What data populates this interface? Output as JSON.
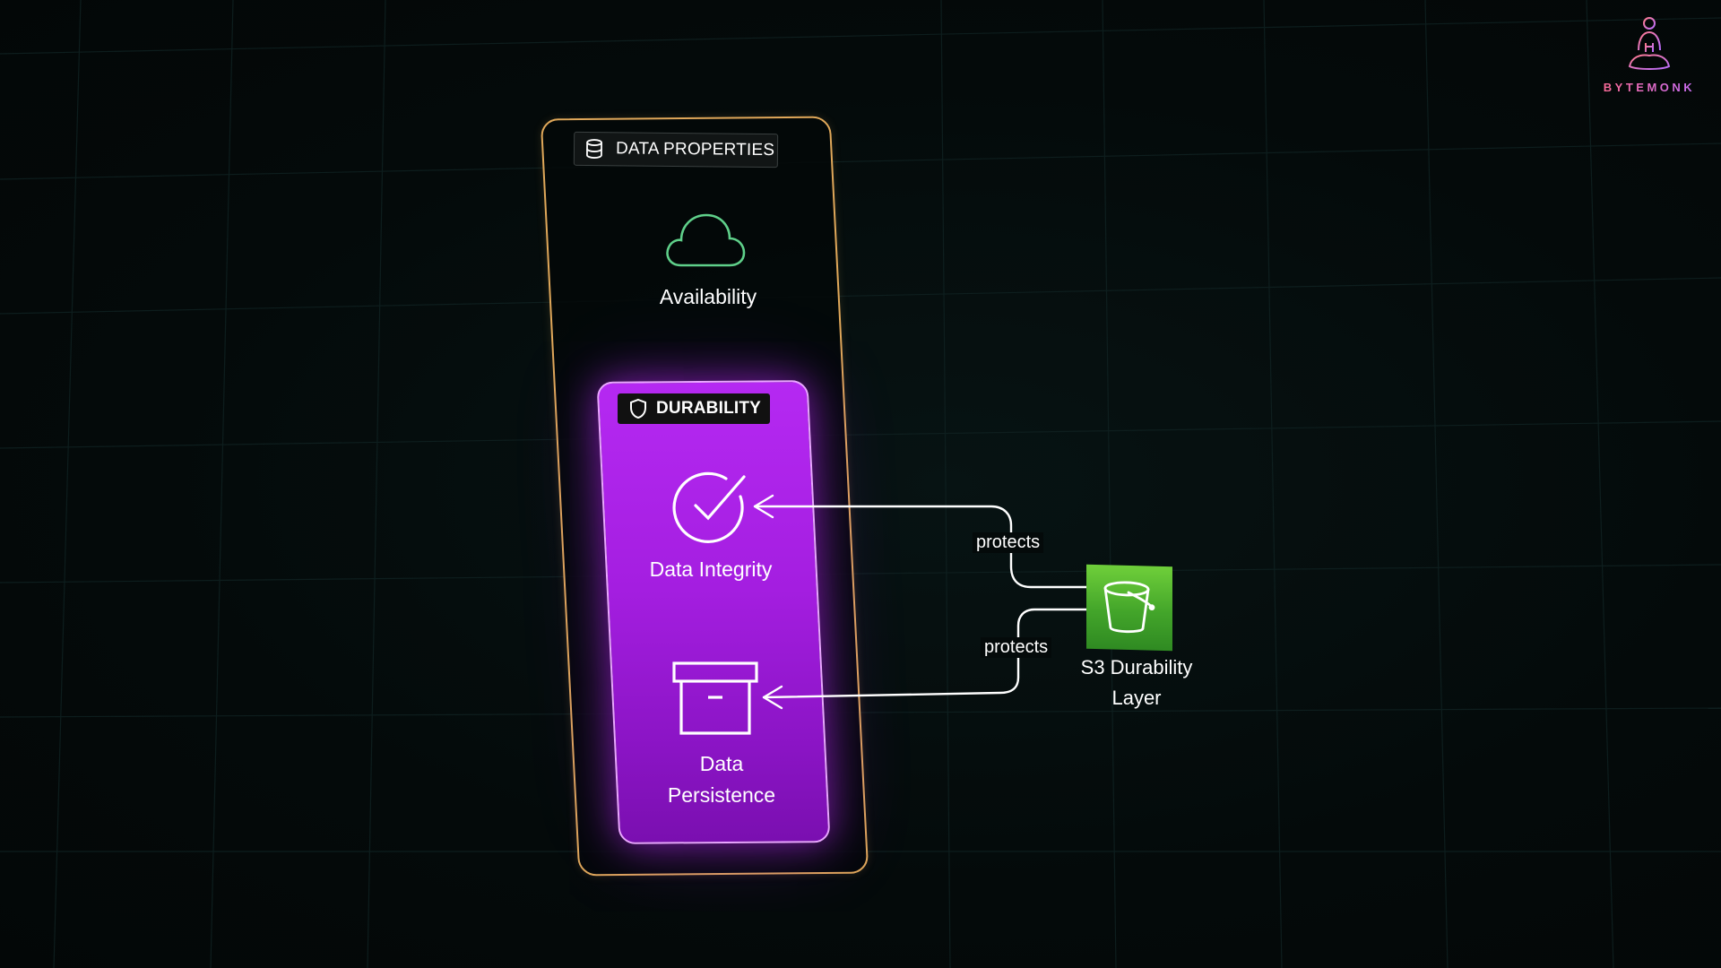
{
  "diagram": {
    "outer_panel": {
      "title": "DATA PROPERTIES",
      "icon": "database-icon",
      "border_color": "#e0a85a"
    },
    "availability": {
      "label": "Availability",
      "icon": "cloud-icon",
      "icon_color": "#5fd08a"
    },
    "durability_panel": {
      "title": "DURABILITY",
      "icon": "shield-icon",
      "fill_color": "#a41ee0"
    },
    "integrity": {
      "label": "Data Integrity",
      "icon": "check-circle-icon"
    },
    "persistence": {
      "label_line1": "Data",
      "label_line2": "Persistence",
      "icon": "archive-box-icon"
    },
    "edges": [
      {
        "from": "s3",
        "to": "integrity",
        "label": "protects"
      },
      {
        "from": "s3",
        "to": "persistence",
        "label": "protects"
      }
    ],
    "s3": {
      "label_line1": "S3 Durability",
      "label_line2": "Layer",
      "icon": "bucket-icon",
      "fill_color": "#43a52a"
    }
  },
  "brand": {
    "name": "BYTEMONK",
    "icon": "monk-logo-icon"
  }
}
